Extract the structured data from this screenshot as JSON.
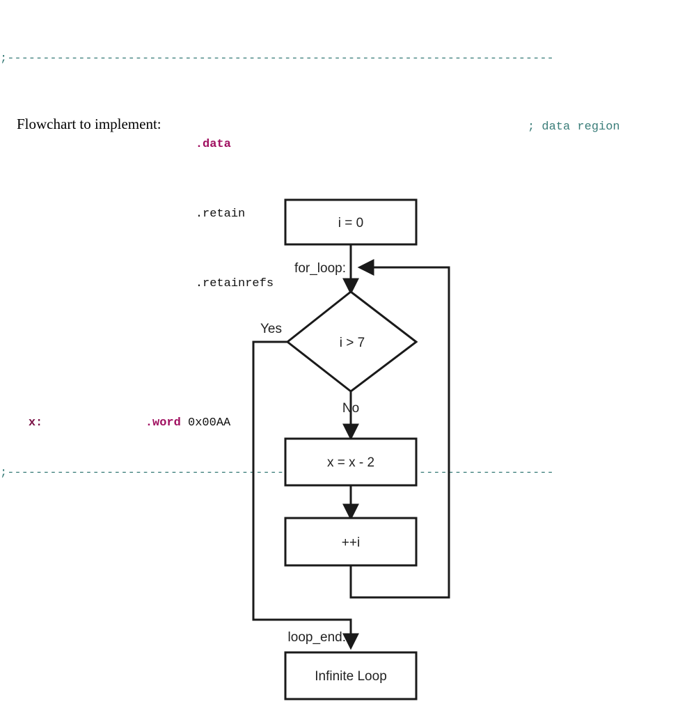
{
  "code": {
    "rule_top": ";-----------------------------------------------------------------------------",
    "rule_bottom": ";-----------------------------------------------------------------------------",
    "lines": [
      {
        "label": "",
        "directive": ".data",
        "operand": "",
        "comment": "; data region"
      },
      {
        "label": "",
        "directive": ".retain",
        "operand": "",
        "comment": ""
      },
      {
        "label": "",
        "directive": ".retainrefs",
        "operand": "",
        "comment": ""
      },
      {
        "label": "x:",
        "directive": ".word",
        "operand": "0x00AA",
        "comment": ""
      }
    ],
    "colors": {
      "comment": "#3a7d79",
      "directive": "#a01060",
      "label": "#7a1045",
      "text": "#111111"
    }
  },
  "caption": {
    "text": "Flowchart to implement:"
  },
  "chart_data": {
    "type": "diagram",
    "title": "Flowchart to implement:",
    "nodes": [
      {
        "id": "init",
        "shape": "process",
        "label": "i = 0"
      },
      {
        "id": "cond",
        "shape": "decision",
        "label": "i > 7"
      },
      {
        "id": "body",
        "shape": "process",
        "label": "x = x - 2"
      },
      {
        "id": "incr",
        "shape": "process",
        "label": "++i"
      },
      {
        "id": "infinite",
        "shape": "process",
        "label": "Infinite Loop"
      }
    ],
    "edges": [
      {
        "from": "init",
        "to": "cond",
        "label": ""
      },
      {
        "from": "cond",
        "to": "infinite",
        "label": "Yes"
      },
      {
        "from": "cond",
        "to": "body",
        "label": "No"
      },
      {
        "from": "body",
        "to": "incr",
        "label": ""
      },
      {
        "from": "incr",
        "to": "cond",
        "label": ""
      }
    ],
    "anchor_labels": [
      {
        "id": "for_loop",
        "text": "for_loop:"
      },
      {
        "id": "loop_end",
        "text": "loop_end:"
      }
    ],
    "branch_labels": {
      "yes": "Yes",
      "no": "No"
    },
    "colors": {
      "stroke": "#1a1a1a",
      "fill": "#ffffff",
      "text": "#222222"
    }
  }
}
